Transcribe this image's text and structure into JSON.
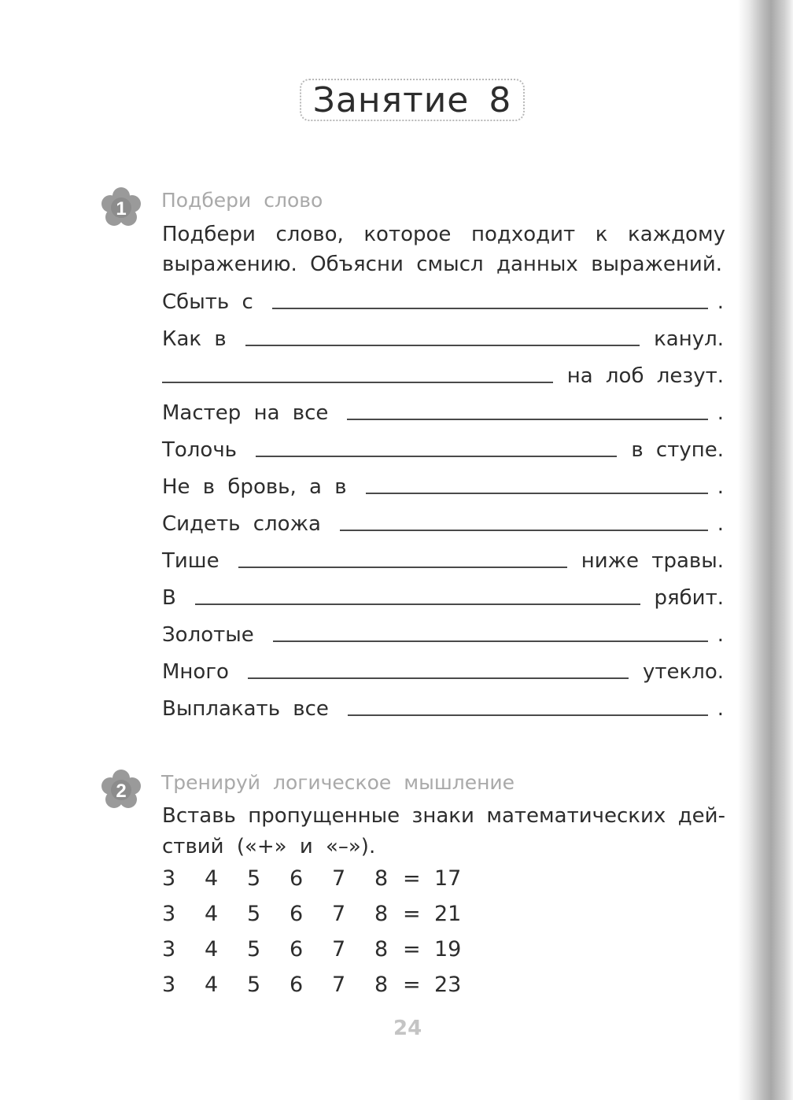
{
  "title": "Занятие 8",
  "task1": {
    "number": "1",
    "heading": "Подбери слово",
    "instruction_line1": [
      "Подбери",
      "слово,",
      "которое",
      "подходит",
      "к",
      "каждому"
    ],
    "instruction_line2": [
      "выражению.",
      "Объясни",
      "смысл",
      "данных",
      "выражений."
    ],
    "rows": [
      {
        "pre": "Сбыть с",
        "post": "."
      },
      {
        "pre": "Как в",
        "post": "канул."
      },
      {
        "pre": "",
        "post": "на лоб лезут."
      },
      {
        "pre": "Мастер на все",
        "post": "."
      },
      {
        "pre": "Толочь",
        "post": "в ступе."
      },
      {
        "pre": "Не в бровь, а в",
        "post": "."
      },
      {
        "pre": "Сидеть сложа",
        "post": "."
      },
      {
        "pre": "Тише",
        "post": "ниже травы."
      },
      {
        "pre": "В",
        "post": "рябит."
      },
      {
        "pre": "Золотые",
        "post": "."
      },
      {
        "pre": "Много",
        "post": "утекло."
      },
      {
        "pre": "Выплакать все",
        "post": "."
      }
    ]
  },
  "task2": {
    "number": "2",
    "heading": "Тренируй логическое мышление",
    "instruction_line1": [
      "Вставь",
      "пропущенные",
      "знаки",
      "математических",
      "дей-"
    ],
    "instruction_line2": "ствий («+» и «–»).",
    "equations": [
      {
        "terms": [
          "3",
          "4",
          "5",
          "6",
          "7",
          "8"
        ],
        "eq": "=",
        "result": "17"
      },
      {
        "terms": [
          "3",
          "4",
          "5",
          "6",
          "7",
          "8"
        ],
        "eq": "=",
        "result": "21"
      },
      {
        "terms": [
          "3",
          "4",
          "5",
          "6",
          "7",
          "8"
        ],
        "eq": "=",
        "result": "19"
      },
      {
        "terms": [
          "3",
          "4",
          "5",
          "6",
          "7",
          "8"
        ],
        "eq": "=",
        "result": "23"
      }
    ]
  },
  "page_number": "24"
}
